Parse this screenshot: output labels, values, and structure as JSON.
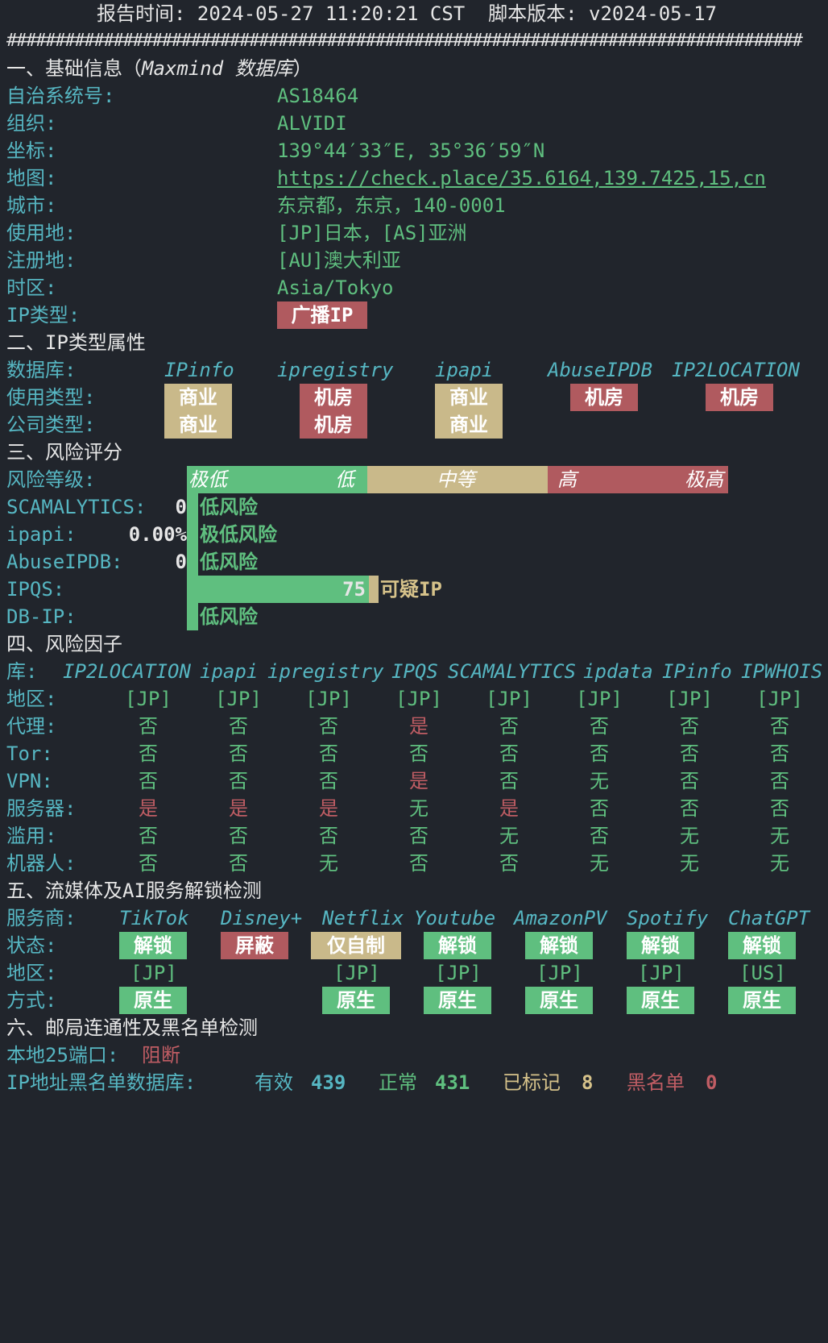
{
  "header": "报告时间: 2024-05-27 11:20:21 CST  脚本版本: v2024-05-17",
  "separator": "##################################################################################",
  "sec1": {
    "title_prefix": "一、基础信息（",
    "title_em": "Maxmind 数据库",
    "title_suffix": "）",
    "rows": [
      {
        "label": "自治系统号:",
        "value": "AS18464"
      },
      {
        "label": "组织:",
        "value": "ALVIDI"
      },
      {
        "label": "坐标:",
        "value": "139°44′33″E, 35°36′59″N"
      },
      {
        "label": "地图:",
        "value": "https://check.place/35.6164,139.7425,15,cn"
      },
      {
        "label": "城市:",
        "value": "东京都，东京，140-0001"
      },
      {
        "label": "使用地:",
        "value": "[JP]日本，[AS]亚洲"
      },
      {
        "label": "注册地:",
        "value": "[AU]澳大利亚"
      },
      {
        "label": "时区:",
        "value": "Asia/Tokyo"
      }
    ],
    "iptype_label": "IP类型:",
    "iptype_value": "广播IP"
  },
  "sec2": {
    "title": "二、IP类型属性",
    "db_label": "数据库:",
    "dbs": [
      "IPinfo",
      "ipregistry",
      "ipapi",
      "AbuseIPDB",
      "IP2LOCATION"
    ],
    "use_label": "使用类型:",
    "use": [
      "商业",
      "机房",
      "商业",
      "机房",
      "机房"
    ],
    "company_label": "公司类型:",
    "company": [
      "商业",
      "机房",
      "商业"
    ]
  },
  "sec3": {
    "title": "三、风险评分",
    "level_label": "风险等级:",
    "levels": [
      "极低",
      "低",
      "中等",
      "高",
      "极高"
    ],
    "rows": [
      {
        "label": "SCAMALYTICS:",
        "score": "0",
        "desc": "低风险"
      },
      {
        "label": "ipapi:",
        "score": "0.00%",
        "desc": "极低风险"
      },
      {
        "label": "AbuseIPDB:",
        "score": "0",
        "desc": "低风险"
      },
      {
        "label": "IPQS:",
        "score": "75",
        "desc": "可疑IP",
        "level": 0.75
      },
      {
        "label": "DB-IP:",
        "score": "",
        "desc": "低风险"
      }
    ]
  },
  "sec4": {
    "title": "四、风险因子",
    "lib_label": "库:",
    "libs": [
      "IP2LOCATION",
      "ipapi",
      "ipregistry",
      "IPQS",
      "SCAMALYTICS",
      "ipdata",
      "IPinfo",
      "IPWHOIS"
    ],
    "rows": [
      {
        "label": "地区:",
        "vals": [
          "[JP]",
          "[JP]",
          "[JP]",
          "[JP]",
          "[JP]",
          "[JP]",
          "[JP]",
          "[JP]"
        ]
      },
      {
        "label": "代理:",
        "vals": [
          "否",
          "否",
          "否",
          "是",
          "否",
          "否",
          "否",
          "否"
        ]
      },
      {
        "label": "Tor:",
        "vals": [
          "否",
          "否",
          "否",
          "否",
          "否",
          "否",
          "否",
          "否"
        ]
      },
      {
        "label": "VPN:",
        "vals": [
          "否",
          "否",
          "否",
          "是",
          "否",
          "无",
          "否",
          "否"
        ]
      },
      {
        "label": "服务器:",
        "vals": [
          "是",
          "是",
          "是",
          "无",
          "是",
          "否",
          "否",
          "否"
        ]
      },
      {
        "label": "滥用:",
        "vals": [
          "否",
          "否",
          "否",
          "否",
          "无",
          "否",
          "无",
          "无"
        ]
      },
      {
        "label": "机器人:",
        "vals": [
          "否",
          "否",
          "无",
          "否",
          "否",
          "无",
          "无",
          "无"
        ]
      }
    ]
  },
  "sec5": {
    "title": "五、流媒体及AI服务解锁检测",
    "svc_label": "服务商:",
    "services": [
      "TikTok",
      "Disney+",
      "Netflix",
      "Youtube",
      "AmazonPV",
      "Spotify",
      "ChatGPT"
    ],
    "status_label": "状态:",
    "status": [
      "解锁",
      "屏蔽",
      "仅自制",
      "解锁",
      "解锁",
      "解锁",
      "解锁"
    ],
    "region_label": "地区:",
    "region": [
      "[JP]",
      "",
      "[JP]",
      "[JP]",
      "[JP]",
      "[JP]",
      "[US]"
    ],
    "method_label": "方式:",
    "method": [
      "原生",
      "",
      "原生",
      "原生",
      "原生",
      "原生",
      "原生"
    ]
  },
  "sec6": {
    "title": "六、邮局连通性及黑名单检测",
    "port_label": "本地25端口:",
    "port_value": "阻断",
    "bl_label": "IP地址黑名单数据库:",
    "valid_label": "有效",
    "valid": "439",
    "normal_label": "正常",
    "normal": "431",
    "marked_label": "已标记",
    "marked": "8",
    "black_label": "黑名单",
    "black": "0"
  },
  "colors": {
    "background": "#21252c",
    "cyan": "#56b6c2",
    "green": "#5fbf7f",
    "red": "#b05a5f",
    "tan": "#c9b98a"
  }
}
